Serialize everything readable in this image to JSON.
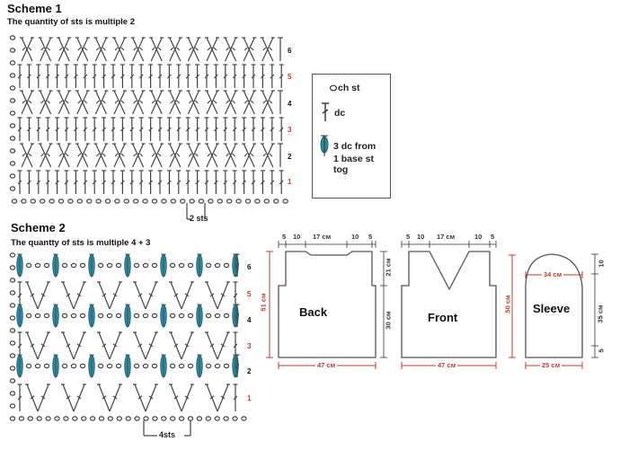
{
  "scheme1": {
    "title": "Scheme 1",
    "subtitle": "The quantity of sts is multiple 2",
    "row_numbers": [
      "1",
      "2",
      "3",
      "4",
      "5",
      "6"
    ],
    "repeat_label": "2 sts"
  },
  "scheme2": {
    "title": "Scheme 2",
    "subtitle": "The quantty of sts is multiple 4 + 3",
    "row_numbers": [
      "1",
      "2",
      "3",
      "4",
      "5",
      "6"
    ],
    "repeat_label": "4sts"
  },
  "legend": {
    "chain": "ch st",
    "dc": "dc",
    "cluster_line1": "3 dc from",
    "cluster_line2": "1 base st tog"
  },
  "pattern": {
    "back": {
      "label": "Back",
      "top_dims": [
        "5",
        "10",
        "17 см",
        "10",
        "5"
      ],
      "width": "47 см",
      "height_total": "51 см",
      "armhole": "21 см",
      "lower": "30 см"
    },
    "front": {
      "label": "Front",
      "top_dims": [
        "5",
        "10",
        "17 см",
        "10",
        "5"
      ],
      "width": "47 см",
      "height_total": "50 см"
    },
    "sleeve": {
      "label": "Sleeve",
      "top_width": "34 см",
      "bottom_width": "25 см",
      "height_top": "10",
      "height_mid": "35 см",
      "height_bottom": "5"
    }
  },
  "colors": {
    "stitch": "#444444",
    "cluster": "#2a8aa0",
    "odd_row_number": "#c0392b",
    "even_row_number": "#111111",
    "dimension_red": "#c0392b"
  }
}
